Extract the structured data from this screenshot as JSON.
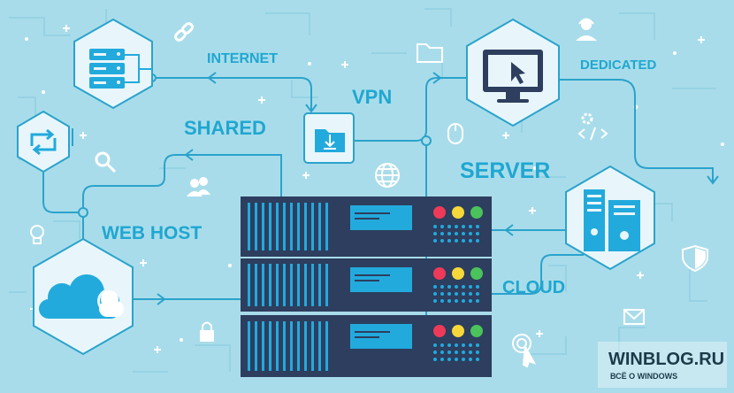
{
  "labels": {
    "internet": "INTERNET",
    "vpn": "VPN",
    "dedicated": "DEDICATED",
    "shared": "SHARED",
    "server": "SERVER",
    "web_host": "WEB HOST",
    "cloud": "CLOUD"
  },
  "watermark": {
    "title": "WINBLOG.RU",
    "subtitle": "ВСЁ О WINDOWS"
  },
  "colors": {
    "background": "#a9dcea",
    "line": "#2aa3cc",
    "hex_fill": "#e8f6fb",
    "accent": "#1fa7d1",
    "server_dark": "#2d3e5e",
    "server_panel": "#22aadd",
    "led_red": "#ee3a58",
    "led_yellow": "#f6d83a",
    "led_green": "#4ac35b"
  },
  "icons": [
    "server-rack-icon",
    "refresh-icon",
    "cloud-icon",
    "monitor-cursor-icon",
    "tower-server-icon",
    "download-folder-icon",
    "globe-icon",
    "link-icon",
    "folder-icon",
    "support-agent-icon",
    "mouse-icon",
    "search-icon",
    "users-icon",
    "lightbulb-icon",
    "lock-icon",
    "code-icon",
    "gear-icon",
    "shield-icon",
    "click-cursor-icon",
    "mail-icon"
  ]
}
